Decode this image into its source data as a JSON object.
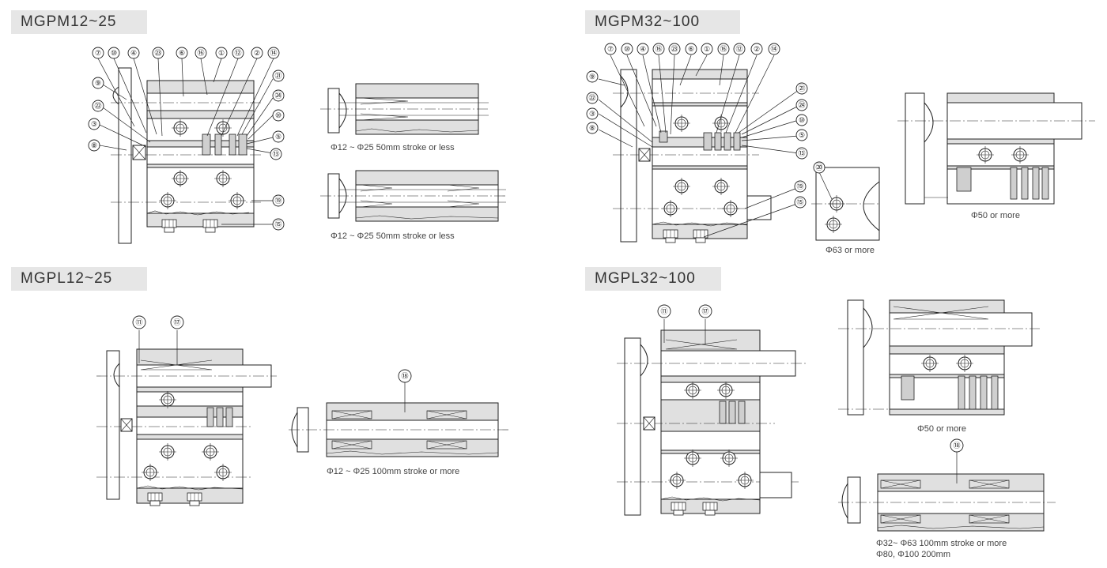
{
  "sections": {
    "mgpm12": {
      "title": "MGPM12~25",
      "captions": [
        "Φ12 ~ Φ25  50mm stroke or less",
        "Φ12 ~ Φ25  50mm stroke or less"
      ]
    },
    "mgpm32": {
      "title": "MGPM32~100",
      "captions": [
        "Φ63  or more",
        "Φ50  or more"
      ]
    },
    "mgpl12": {
      "title": "MGPL12~25",
      "captions": [
        "Φ12 ~ Φ25 100mm  stroke or more"
      ]
    },
    "mgpl32": {
      "title": "MGPL32~100",
      "captions": [
        "Φ50  or more",
        "Φ32~ Φ63 100mm stroke or more",
        "Φ80, Φ100 200mm"
      ]
    }
  },
  "balloons": {
    "mgpm12": [
      "⑦",
      "⑩",
      "④",
      "㉓",
      "⑥",
      "⑯",
      "①",
      "⑫",
      "②",
      "⑭",
      "⑨",
      "㉑",
      "㉒",
      "㉔",
      "⑩",
      "③",
      "⑤",
      "⑧",
      "⑬",
      "⑲",
      "⑮"
    ],
    "mgpm32": [
      "⑦",
      "⑩",
      "④",
      "⑯",
      "㉓",
      "⑥",
      "①",
      "⑯",
      "⑫",
      "②",
      "⑭",
      "⑨",
      "㉑",
      "㉒",
      "㉔",
      "⑩",
      "③",
      "⑤",
      "⑬",
      "⑧",
      "⑲",
      "⑮",
      "⑳"
    ],
    "mgpl12": [
      "⑪",
      "⑰",
      "⑱"
    ],
    "mgpl32": [
      "⑪",
      "⑰",
      "⑱"
    ]
  }
}
